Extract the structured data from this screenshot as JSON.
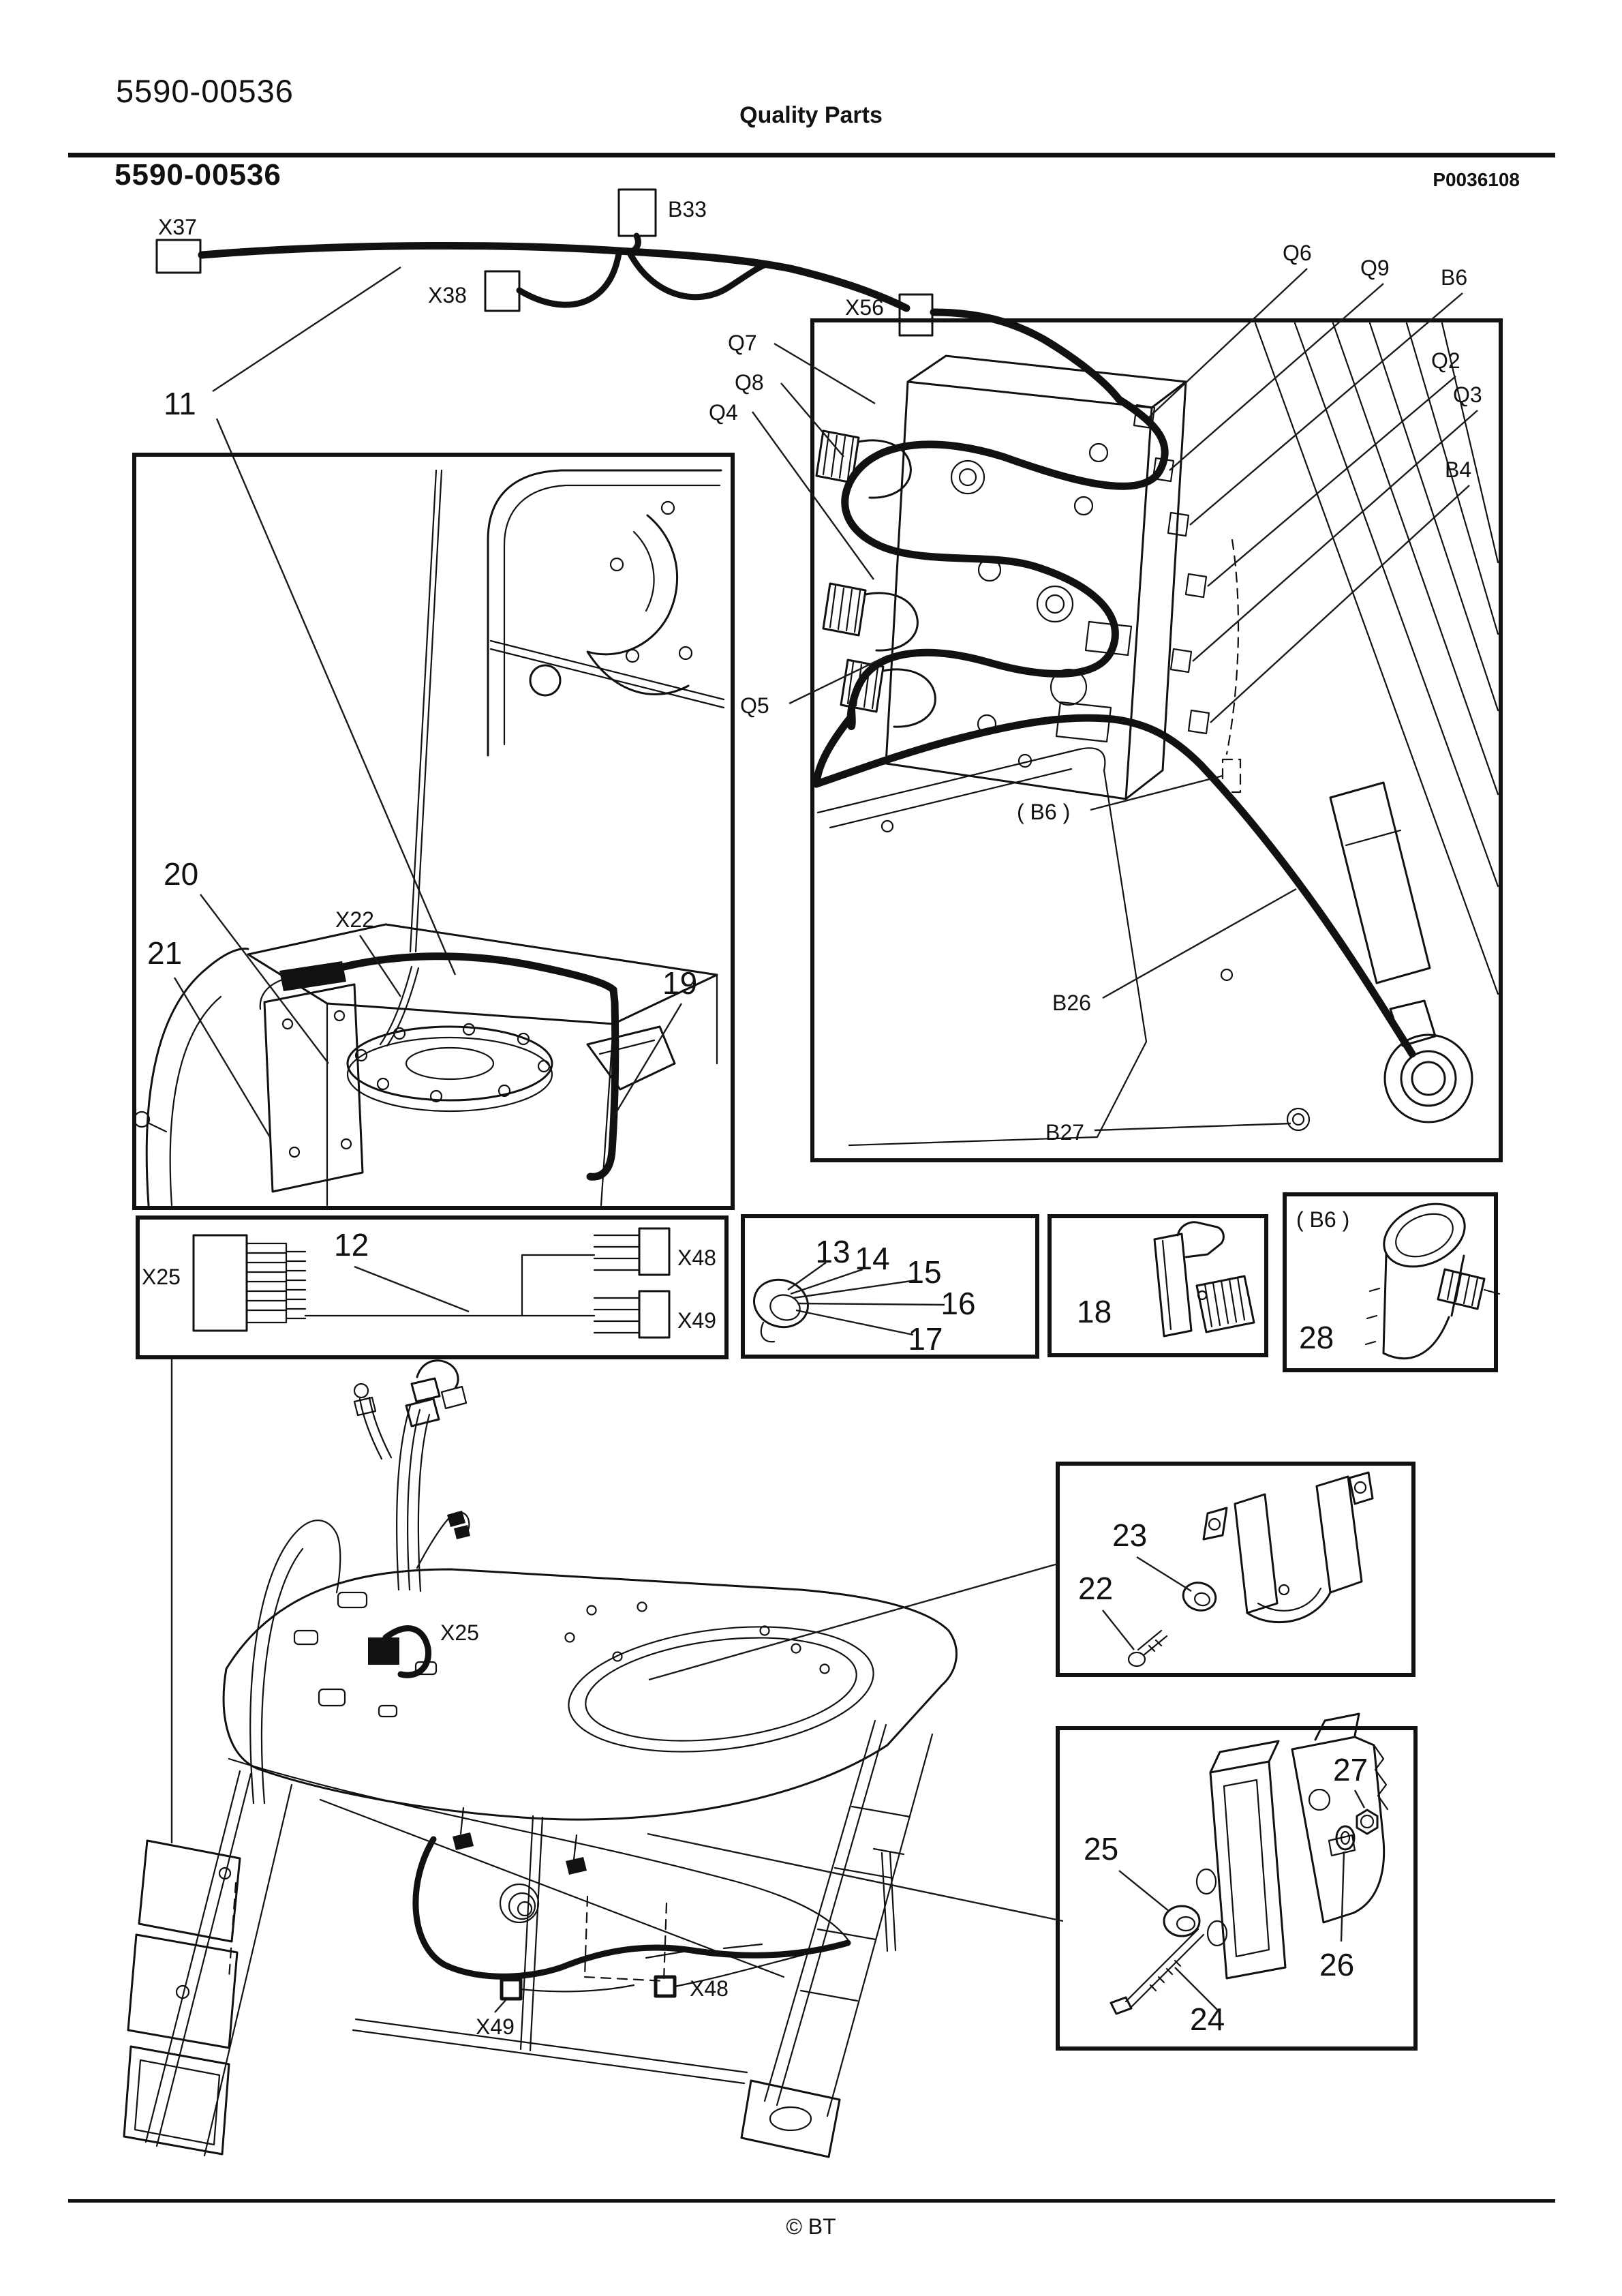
{
  "header": {
    "doc_number": "5590-00536",
    "section_title": "Quality Parts",
    "drawing_number": "5590-00536",
    "image_code": "P0036108"
  },
  "footer": {
    "copyright": "© BT"
  },
  "top_harness": {
    "callout_11": "11",
    "x37": "X37",
    "b33": "B33",
    "x38": "X38",
    "x56": "X56"
  },
  "valve_frame": {
    "q7": "Q7",
    "q8": "Q8",
    "q4": "Q4",
    "q5": "Q5",
    "q6": "Q6",
    "q9": "Q9",
    "b6": "B6",
    "q2": "Q2",
    "q3": "Q3",
    "b4": "B4",
    "b6_ref": "( B6 )",
    "b26": "B26",
    "b27": "B27"
  },
  "mast_frame": {
    "callout_20": "20",
    "callout_21": "21",
    "x22": "X22",
    "callout_19": "19"
  },
  "harness12_box": {
    "callout_12": "12",
    "x25": "X25",
    "x48": "X48",
    "x49": "X49"
  },
  "grommet_box": {
    "callout_13": "13",
    "callout_14": "14",
    "callout_15": "15",
    "callout_16": "16",
    "callout_17": "17"
  },
  "bracket18_box": {
    "callout_18": "18"
  },
  "boot28_box": {
    "b6_ref": "( B6 )",
    "callout_28": "28"
  },
  "clamp_box": {
    "callout_22": "22",
    "callout_23": "23"
  },
  "handle_box": {
    "callout_24": "24",
    "callout_25": "25",
    "callout_26": "26",
    "callout_27": "27"
  },
  "chassis_bottom": {
    "x25": "X25",
    "x48": "X48",
    "x49": "X49"
  }
}
